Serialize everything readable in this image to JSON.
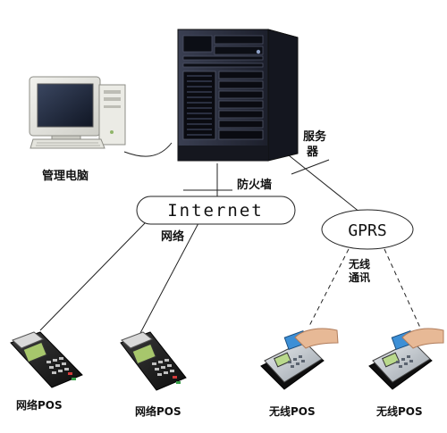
{
  "diagram": {
    "labels": {
      "admin_pc": "管理电脑",
      "server": "服务器",
      "server_line1": "服务",
      "server_line2": "器",
      "firewall": "防火墙",
      "internet": "Internet",
      "network": "网络",
      "gprs": "GPRS",
      "wireless_comm": "无线通讯",
      "wireless_comm_line1": "无线",
      "wireless_comm_line2": "通讯"
    },
    "terminals": [
      {
        "label": "网络POS",
        "kind": "wired"
      },
      {
        "label": "网络POS",
        "kind": "wired"
      },
      {
        "label": "无线POS",
        "kind": "wireless"
      },
      {
        "label": "无线POS",
        "kind": "wireless"
      }
    ]
  }
}
